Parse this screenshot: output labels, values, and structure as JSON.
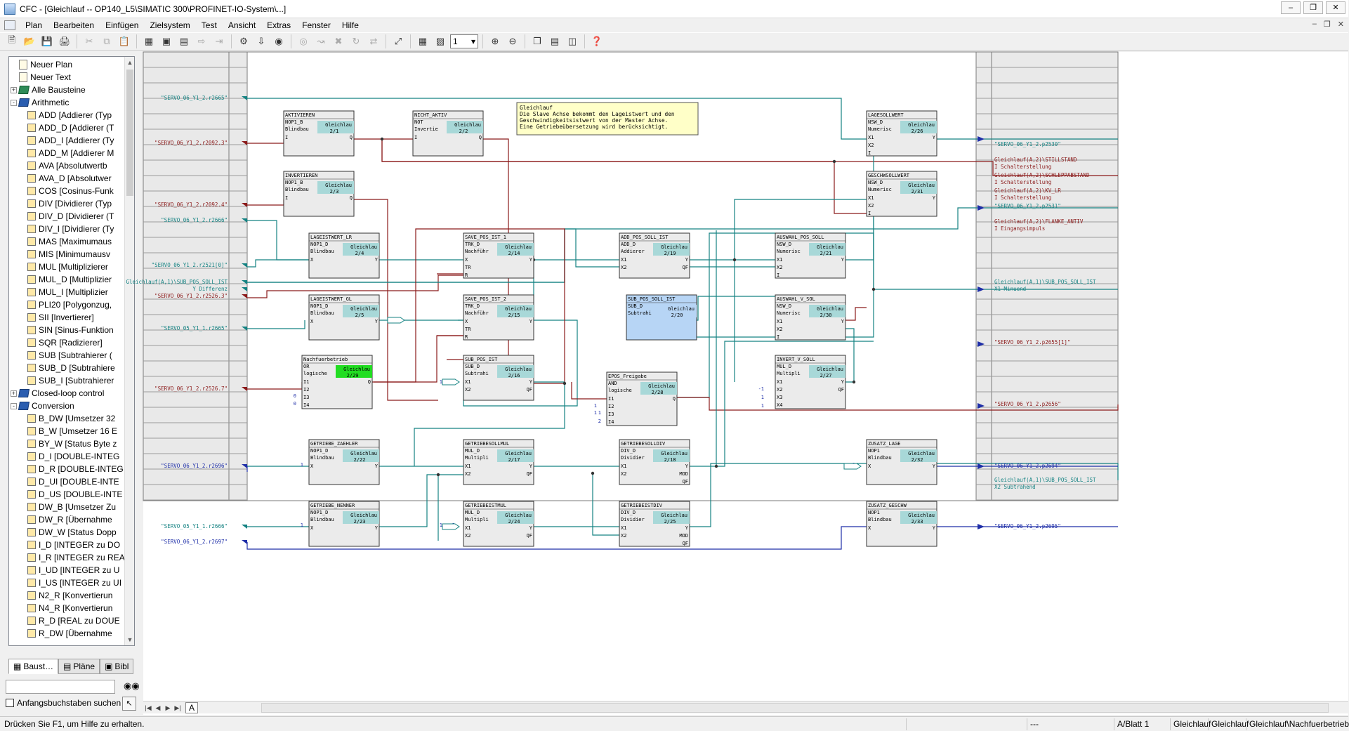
{
  "window": {
    "title": "CFC - [Gleichlauf -- OP140_L5\\SIMATIC 300\\PROFINET-IO-System\\...]"
  },
  "menu": [
    "Plan",
    "Bearbeiten",
    "Einfügen",
    "Zielsystem",
    "Test",
    "Ansicht",
    "Extras",
    "Fenster",
    "Hilfe"
  ],
  "toolbar": {
    "zoom_value": "1"
  },
  "tree": {
    "items": [
      {
        "label": "Neuer Plan",
        "icon": "doc-icon",
        "indent": 1
      },
      {
        "label": "Neuer Text",
        "icon": "doc-icon",
        "indent": 1
      },
      {
        "label": "Alle Bausteine",
        "icon": "library-icon",
        "indent": 0,
        "exp": "+"
      },
      {
        "label": "Arithmetic",
        "icon": "folder-icon",
        "indent": 0,
        "exp": "-"
      },
      {
        "label": "ADD [Addierer (Typ",
        "icon": "block-icon",
        "indent": 2
      },
      {
        "label": "ADD_D [Addierer (T",
        "icon": "block-icon",
        "indent": 2
      },
      {
        "label": "ADD_I [Addierer (Ty",
        "icon": "block-icon",
        "indent": 2
      },
      {
        "label": "ADD_M [Addierer M",
        "icon": "block-icon",
        "indent": 2
      },
      {
        "label": "AVA [Absolutwertb",
        "icon": "block-icon",
        "indent": 2
      },
      {
        "label": "AVA_D [Absolutwer",
        "icon": "block-icon",
        "indent": 2
      },
      {
        "label": "COS [Cosinus-Funk",
        "icon": "block-icon",
        "indent": 2
      },
      {
        "label": "DIV [Dividierer (Typ",
        "icon": "block-icon",
        "indent": 2
      },
      {
        "label": "DIV_D [Dividierer (T",
        "icon": "block-icon",
        "indent": 2
      },
      {
        "label": "DIV_I [Dividierer (Ty",
        "icon": "block-icon",
        "indent": 2
      },
      {
        "label": "MAS [Maximumaus",
        "icon": "block-icon",
        "indent": 2
      },
      {
        "label": "MIS [Minimumausv",
        "icon": "block-icon",
        "indent": 2
      },
      {
        "label": "MUL [Multiplizierer",
        "icon": "block-icon",
        "indent": 2
      },
      {
        "label": "MUL_D [Multiplizier",
        "icon": "block-icon",
        "indent": 2
      },
      {
        "label": "MUL_I [Multiplizier",
        "icon": "block-icon",
        "indent": 2
      },
      {
        "label": "PLI20 [Polygonzug,",
        "icon": "block-icon",
        "indent": 2
      },
      {
        "label": "SII [Invertierer]",
        "icon": "block-icon",
        "indent": 2
      },
      {
        "label": "SIN [Sinus-Funktion",
        "icon": "block-icon",
        "indent": 2
      },
      {
        "label": "SQR [Radizierer]",
        "icon": "block-icon",
        "indent": 2
      },
      {
        "label": "SUB [Subtrahierer (",
        "icon": "block-icon",
        "indent": 2
      },
      {
        "label": "SUB_D [Subtrahiere",
        "icon": "block-icon",
        "indent": 2
      },
      {
        "label": "SUB_I [Subtrahierer",
        "icon": "block-icon",
        "indent": 2
      },
      {
        "label": "Closed-loop control",
        "icon": "folder-icon",
        "indent": 0,
        "exp": "+"
      },
      {
        "label": "Conversion",
        "icon": "folder-icon",
        "indent": 0,
        "exp": "-"
      },
      {
        "label": "B_DW [Umsetzer 32",
        "icon": "block-icon",
        "indent": 2
      },
      {
        "label": "B_W [Umsetzer 16 E",
        "icon": "block-icon",
        "indent": 2
      },
      {
        "label": "BY_W [Status Byte z",
        "icon": "block-icon",
        "indent": 2
      },
      {
        "label": "D_I [DOUBLE-INTEG",
        "icon": "block-icon",
        "indent": 2
      },
      {
        "label": "D_R [DOUBLE-INTEG",
        "icon": "block-icon",
        "indent": 2
      },
      {
        "label": "D_UI [DOUBLE-INTE",
        "icon": "block-icon",
        "indent": 2
      },
      {
        "label": "D_US [DOUBLE-INTE",
        "icon": "block-icon",
        "indent": 2
      },
      {
        "label": "DW_B [Umsetzer Zu",
        "icon": "block-icon",
        "indent": 2
      },
      {
        "label": "DW_R [Übernahme",
        "icon": "block-icon",
        "indent": 2
      },
      {
        "label": "DW_W [Status Dopp",
        "icon": "block-icon",
        "indent": 2
      },
      {
        "label": "I_D [INTEGER zu DO",
        "icon": "block-icon",
        "indent": 2
      },
      {
        "label": "I_R [INTEGER zu REA",
        "icon": "block-icon",
        "indent": 2
      },
      {
        "label": "I_UD [INTEGER zu U",
        "icon": "block-icon",
        "indent": 2
      },
      {
        "label": "I_US [INTEGER zu UI",
        "icon": "block-icon",
        "indent": 2
      },
      {
        "label": "N2_R [Konvertierun",
        "icon": "block-icon",
        "indent": 2
      },
      {
        "label": "N4_R [Konvertierun",
        "icon": "block-icon",
        "indent": 2
      },
      {
        "label": "R_D [REAL zu DOUE",
        "icon": "block-icon",
        "indent": 2
      },
      {
        "label": "R_DW [Übernahme",
        "icon": "block-icon",
        "indent": 2
      }
    ]
  },
  "lefttabs": [
    "Baust…",
    "Pläne",
    "Bibl"
  ],
  "search": {
    "value": "",
    "prefix_label": "Anfangsbuchstaben suchen"
  },
  "sheet": {
    "tab": "A"
  },
  "status": {
    "help": "Drücken Sie F1, um Hilfe zu erhalten.",
    "mode": "---",
    "sheet": "A/Blatt 1",
    "c1": "Gleichlauf",
    "c2": "Gleichlauf",
    "path": "Gleichlauf\\Nachfuerbetrieb"
  },
  "colors": {
    "wire_teal": "#148282",
    "wire_red": "#8b1a1a",
    "wire_blue": "#1f2fa8",
    "block_bg": "#ebebeb",
    "block_id_bg": "#a8d8d8",
    "selected_bg": "#b7d5f5",
    "green_id": "#22dd22",
    "comment_bg": "#ffffc8"
  },
  "chart": {
    "comment": [
      "Gleichlauf",
      "Die Slave Achse bekommt den Lageistwert und den",
      "Geschwindigkeitsistwert von der Master Achse.",
      "Eine Getriebeübersetzung wird berücksichtigt."
    ],
    "left_refs": [
      {
        "text": "\"SERVO_06_Y1_2.r2665\"",
        "c": "t"
      },
      {
        "text": "\"SERVO_06_Y1_2.r2092.3\"",
        "c": "r"
      },
      {
        "text": "\"SERVO_06_Y1_2.r2092.4\"",
        "c": "r"
      },
      {
        "text": "\"SERVO_06_Y1_2.r2666\"",
        "c": "t"
      },
      {
        "text": "\"SERVO_06_Y1_2.r2521[0]\"",
        "c": "t"
      },
      {
        "text": "Gleichlauf(A,1)\\SUB_POS_SOLL_IST",
        "c": "t"
      },
      {
        "text": "Y Differenz",
        "c": "t"
      },
      {
        "text": "\"SERVO_06_Y1_2.r2526.3\"",
        "c": "r"
      },
      {
        "text": "\"SERVO_05_Y1_1.r2665\"",
        "c": "t"
      },
      {
        "text": "\"SERVO_06_Y1_2.r2526.7\"",
        "c": "r"
      },
      {
        "text": "\"SERVO_06_Y1_2.r2696\"",
        "c": "b"
      },
      {
        "text": "\"SERVO_05_Y1_1.r2666\"",
        "c": "t"
      },
      {
        "text": "\"SERVO_06_Y1_2.r2697\"",
        "c": "b"
      }
    ],
    "right_refs": [
      {
        "text": "\"SERVO_06_Y1_2.p2530\"",
        "c": "t"
      },
      {
        "text": "Gleichlauf(A,2)\\STILLSTAND",
        "c": "r"
      },
      {
        "text": "I Schalterstellung",
        "c": "r"
      },
      {
        "text": "Gleichlauf(A,2)\\SCHLEPPABSTAND",
        "c": "r"
      },
      {
        "text": "I Schalterstellung",
        "c": "r"
      },
      {
        "text": "Gleichlauf(A,2)\\KV_LR",
        "c": "r"
      },
      {
        "text": "I Schalterstellung",
        "c": "r"
      },
      {
        "text": "\"SERVO_06_Y1_2.p2531\"",
        "c": "t"
      },
      {
        "text": "Gleichlauf(A,2)\\FLANKE_ANTIV",
        "c": "r"
      },
      {
        "text": "I Eingangsimpuls",
        "c": "r"
      },
      {
        "text": "Gleichlauf(A,1)\\SUB_POS_SOLL_IST",
        "c": "t"
      },
      {
        "text": "X1 Minuend",
        "c": "t"
      },
      {
        "text": "\"SERVO_06_Y1_2.p2655[1]\"",
        "c": "r"
      },
      {
        "text": "\"SERVO_06_Y1_2.p2656\"",
        "c": "r"
      },
      {
        "text": "\"SERVO_06_Y1_2.p2694\"",
        "c": "b"
      },
      {
        "text": "Gleichlauf(A,1)\\SUB_POS_SOLL_IST",
        "c": "t"
      },
      {
        "text": "X2 Subtrahend",
        "c": "t"
      },
      {
        "text": "\"SERVO_06_Y1_2.p2695\"",
        "c": "b"
      }
    ],
    "blocks": [
      {
        "name": "AKTIVIEREN",
        "type": "NOP1_B",
        "desc": "Blindbau",
        "id": "Gleichlau",
        "num": "2/1",
        "in": [
          "I"
        ],
        "out": [
          "Q"
        ]
      },
      {
        "name": "NICHT_AKTIV",
        "type": "NOT",
        "desc": "Invertie",
        "id": "Gleichlau",
        "num": "2/2",
        "in": [
          "I"
        ],
        "out": [
          "Q"
        ]
      },
      {
        "name": "INVERTIEREN",
        "type": "NOP1_B",
        "desc": "Blindbau",
        "id": "Gleichlau",
        "num": "2/3",
        "in": [
          "I"
        ],
        "out": [
          "Q"
        ]
      },
      {
        "name": "LAGESOLLWERT",
        "type": "NSW_D",
        "desc": "Numerisc",
        "id": "Gleichlau",
        "num": "2/26",
        "in": [
          "X1",
          "X2",
          "I"
        ],
        "out": [
          "Y"
        ]
      },
      {
        "name": "GESCHWSOLLWERT",
        "type": "NSW_D",
        "desc": "Numerisc",
        "id": "Gleichlau",
        "num": "2/31",
        "in": [
          "X1",
          "X2",
          "I"
        ],
        "out": [
          "Y"
        ]
      },
      {
        "name": "LAGEISTWERT_LR",
        "type": "NOP1_D",
        "desc": "Blindbau",
        "id": "Gleichlau",
        "num": "2/4",
        "in": [
          "X"
        ],
        "out": [
          "Y"
        ]
      },
      {
        "name": "SAVE_POS_IST_1",
        "type": "TRK_D",
        "desc": "Nachführ",
        "id": "Gleichlau",
        "num": "2/14",
        "in": [
          "X",
          "TR",
          "R"
        ],
        "out": [
          "Y"
        ]
      },
      {
        "name": "ADD_POS_SOLL_IST",
        "type": "ADD_D",
        "desc": "Addierer",
        "id": "Gleichlau",
        "num": "2/19",
        "in": [
          "X1",
          "X2"
        ],
        "out": [
          "Y",
          "QF"
        ]
      },
      {
        "name": "AUSWAHL_POS_SOLL",
        "type": "NSW_D",
        "desc": "Numerisc",
        "id": "Gleichlau",
        "num": "2/21",
        "in": [
          "X1",
          "X2",
          "I"
        ],
        "out": [
          "Y"
        ]
      },
      {
        "name": "LAGEISTWERT_GL",
        "type": "NOP1_D",
        "desc": "Blindbau",
        "id": "Gleichlau",
        "num": "2/5",
        "in": [
          "X"
        ],
        "out": [
          "Y"
        ]
      },
      {
        "name": "SAVE_POS_IST_2",
        "type": "TRK_D",
        "desc": "Nachführ",
        "id": "Gleichlau",
        "num": "2/15",
        "in": [
          "X",
          "TR",
          "R"
        ],
        "out": [
          "Y"
        ]
      },
      {
        "name": "SUB_POS_SOLL_IST",
        "type": "SUB_D",
        "desc": "Subtrahi",
        "id": "Gleichlau",
        "num": "2/20",
        "in": [],
        "out": [],
        "sel": true
      },
      {
        "name": "AUSWAHL_V_SOL",
        "type": "NSW_D",
        "desc": "Numerisc",
        "id": "Gleichlau",
        "num": "2/30",
        "in": [
          "X1",
          "X2",
          "I"
        ],
        "out": [
          "Y"
        ]
      },
      {
        "name": "Nachfuerbetrieb",
        "type": "OR",
        "desc": "logische",
        "id": "Gleichlau",
        "num": "2/29",
        "in": [
          "I1",
          "I2",
          "I3",
          "I4"
        ],
        "out": [
          "Q"
        ],
        "green": true
      },
      {
        "name": "SUB_POS_IST",
        "type": "SUB_D",
        "desc": "Subtrahi",
        "id": "Gleichlau",
        "num": "2/16",
        "in": [
          "X1",
          "X2"
        ],
        "out": [
          "Y",
          "QF"
        ]
      },
      {
        "name": "EPOS_Freigabe",
        "type": "AND",
        "desc": "logische",
        "id": "Gleichlau",
        "num": "2/28",
        "in": [
          "I1",
          "I2",
          "I3",
          "I4"
        ],
        "out": [
          "Q"
        ]
      },
      {
        "name": "INVERT_V_SOLL",
        "type": "MUL_D",
        "desc": "Multipli",
        "id": "Gleichlau",
        "num": "2/27",
        "in": [
          "X1",
          "X2",
          "X3",
          "X4"
        ],
        "out": [
          "Y",
          "QF"
        ]
      },
      {
        "name": "GETRIEBE_ZAEHLER",
        "type": "NOP1_D",
        "desc": "Blindbau",
        "id": "Gleichlau",
        "num": "2/22",
        "in": [
          "X"
        ],
        "out": [
          "Y"
        ]
      },
      {
        "name": "GETRIEBESOLLMUL",
        "type": "MUL_D",
        "desc": "Multipli",
        "id": "Gleichlau",
        "num": "2/17",
        "in": [
          "X1",
          "X2"
        ],
        "out": [
          "Y",
          "QF"
        ]
      },
      {
        "name": "GETRIEBESOLLDIV",
        "type": "DIV_D",
        "desc": "Dividier",
        "id": "Gleichlau",
        "num": "2/18",
        "in": [
          "X1",
          "X2"
        ],
        "out": [
          "Y",
          "MOD",
          "QF"
        ]
      },
      {
        "name": "ZUSATZ_LAGE",
        "type": "NOP1",
        "desc": "Blindbau",
        "id": "Gleichlau",
        "num": "2/32",
        "in": [
          "X"
        ],
        "out": [
          "Y"
        ]
      },
      {
        "name": "GETRIEBE_NENNER",
        "type": "NOP1_D",
        "desc": "Blindbau",
        "id": "Gleichlau",
        "num": "2/23",
        "in": [
          "X"
        ],
        "out": [
          "Y"
        ]
      },
      {
        "name": "GETRIEBEISTMUL",
        "type": "MUL_D",
        "desc": "Multipli",
        "id": "Gleichlau",
        "num": "2/24",
        "in": [
          "X1",
          "X2"
        ],
        "out": [
          "Y",
          "QF"
        ]
      },
      {
        "name": "GETRIEBEISTDIV",
        "type": "DIV_D",
        "desc": "Dividier",
        "id": "Gleichlau",
        "num": "2/25",
        "in": [
          "X1",
          "X2"
        ],
        "out": [
          "Y",
          "MOD",
          "QF"
        ]
      },
      {
        "name": "ZUSATZ_GESCHW",
        "type": "NOP1",
        "desc": "Blindbau",
        "id": "Gleichlau",
        "num": "2/33",
        "in": [
          "X"
        ],
        "out": [
          "Y"
        ]
      }
    ],
    "const_labels": [
      "0",
      "0",
      "1",
      "1",
      "-1",
      "1",
      "1",
      "1",
      "1",
      "1",
      "1",
      "2",
      "1",
      "2",
      "3"
    ]
  }
}
